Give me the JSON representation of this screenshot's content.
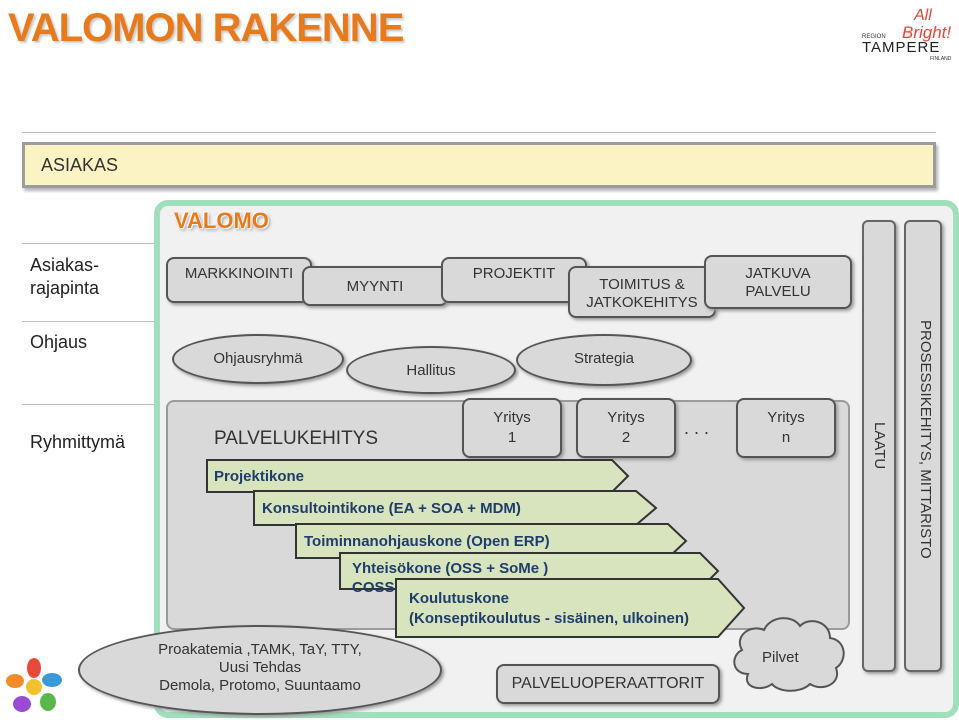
{
  "title": "VALOMON RAKENNE",
  "logo": {
    "line1": "All",
    "line2": "Bright!",
    "region": "REGION",
    "city": "TAMPERE",
    "country": "FINLAND"
  },
  "customer_bar": "ASIAKAS",
  "row_labels": {
    "interface": "Asiakas-\nrajapinta",
    "steering": "Ohjaus",
    "grouping": "Ryhmittymä"
  },
  "valomo_title": "VALOMO",
  "interface_tabs": {
    "marketing": "MARKKINOINTI",
    "sales": "MYYNTI",
    "projects": "PROJEKTIT",
    "delivery": "TOIMITUS &\nJATKOKEHITYS",
    "continuous_service": "JATKUVA\nPALVELU"
  },
  "steering": {
    "steering_group": "Ohjausryhmä",
    "board": "Hallitus",
    "strategy": "Strategia"
  },
  "service_development": "PALVELUKEHITYS",
  "companies": {
    "c1": "Yritys\n1",
    "c2": "Yritys\n2",
    "ellipsis": ". . .",
    "cn": "Yritys\nn"
  },
  "engines": [
    "Projektikone",
    "Konsultointikone (EA + SOA + MDM)",
    "Toiminnanohjauskone (Open ERP)",
    "Yhteisökone (OSS + SoMe )",
    "Koulutuskone\n(Konseptikoulutus - sisäinen, ulkoinen)"
  ],
  "coss_label": "COSS",
  "quality": "LAATU",
  "process_dev": "PROSESSIKEHITYS, MITTARISTO",
  "partners": "Proakatemia ,TAMK, TaY, TTY,\nUusi Tehdas\nDemola, Protomo, Suuntaamo",
  "service_operators": "PALVELUOPERAATTORIT",
  "clouds": "Pilvet",
  "colors": {
    "accent": "#e87a1e",
    "valomo_border": "#9fe0bb",
    "customer_fill": "#fbf3c4",
    "engine_fill": "#d7e4bd"
  }
}
